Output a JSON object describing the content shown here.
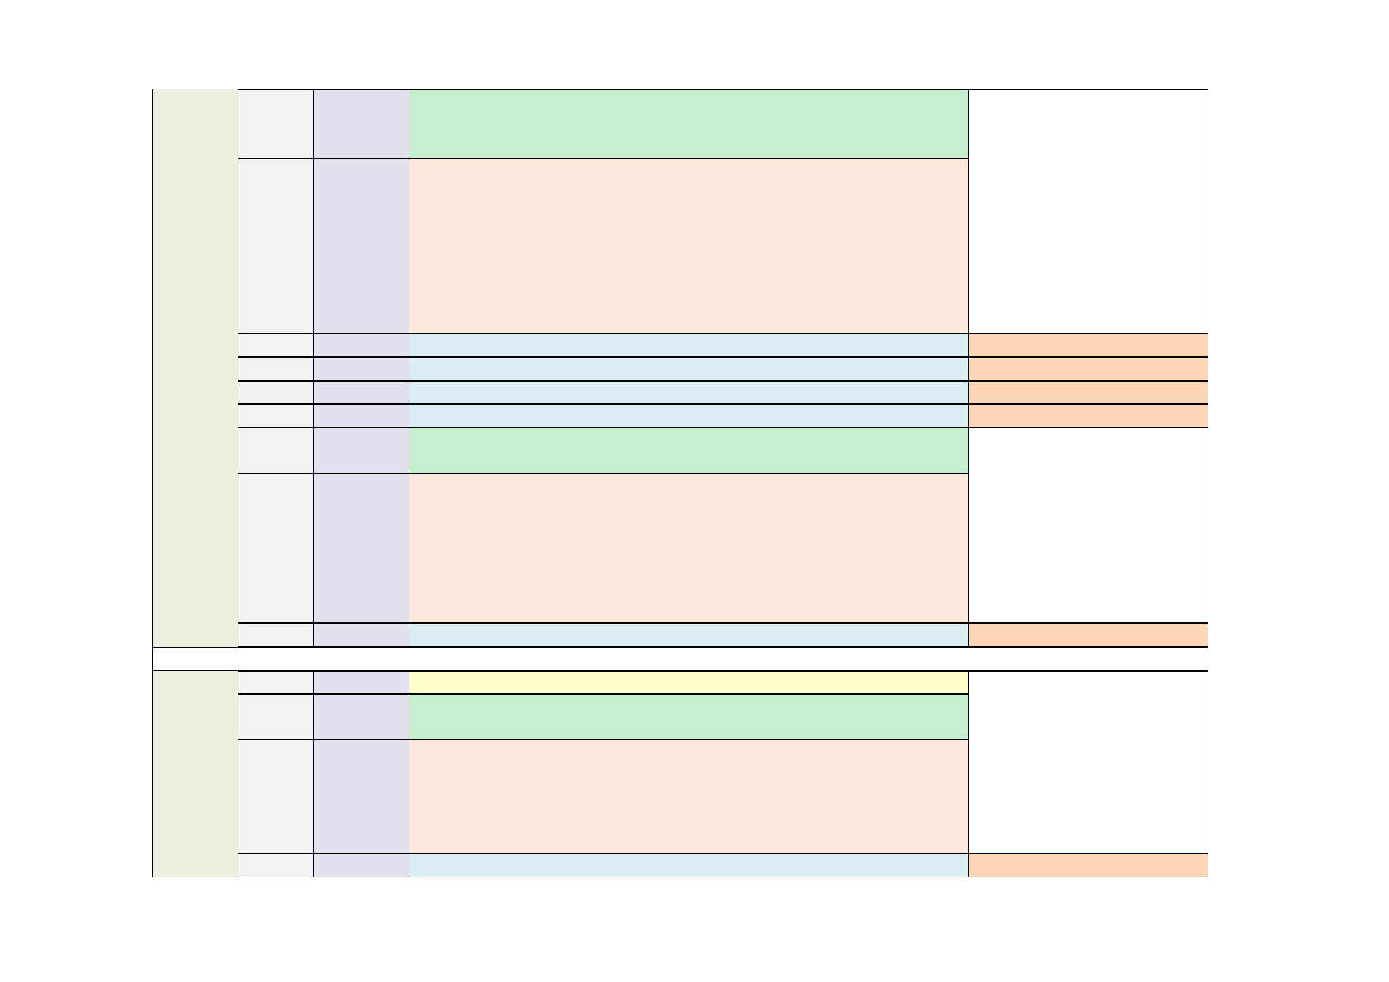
{
  "page": {
    "background": "#ffffff"
  },
  "colors": {
    "section": "#ebf1de",
    "id_column": "#f2f2f2",
    "type_column": "#e4dfec",
    "heading_row": "#c6efce",
    "body_row": "#fce9db",
    "item_row": "#daeef3",
    "item_status": "#fcd5b4",
    "title_row": "#ffffcc",
    "blank": "#ffffff",
    "border": "#000000"
  },
  "table": {
    "sections": [
      {
        "rows": [
          {
            "kind": "heading",
            "id": "",
            "type": "",
            "content": "",
            "status": ""
          },
          {
            "kind": "body",
            "id": "",
            "type": "",
            "content": "",
            "status": ""
          },
          {
            "kind": "item",
            "id": "",
            "type": "",
            "content": "",
            "status": ""
          },
          {
            "kind": "item",
            "id": "",
            "type": "",
            "content": "",
            "status": ""
          },
          {
            "kind": "item",
            "id": "",
            "type": "",
            "content": "",
            "status": ""
          },
          {
            "kind": "item",
            "id": "",
            "type": "",
            "content": "",
            "status": ""
          },
          {
            "kind": "heading",
            "id": "",
            "type": "",
            "content": "",
            "status": ""
          },
          {
            "kind": "body",
            "id": "",
            "type": "",
            "content": "",
            "status": ""
          },
          {
            "kind": "item",
            "id": "",
            "type": "",
            "content": "",
            "status": ""
          }
        ]
      },
      {
        "rows": [
          {
            "kind": "title",
            "id": "",
            "type": "",
            "content": "",
            "status": ""
          },
          {
            "kind": "heading",
            "id": "",
            "type": "",
            "content": "",
            "status": ""
          },
          {
            "kind": "body",
            "id": "",
            "type": "",
            "content": "",
            "status": ""
          },
          {
            "kind": "item",
            "id": "",
            "type": "",
            "content": "",
            "status": ""
          }
        ]
      }
    ]
  }
}
